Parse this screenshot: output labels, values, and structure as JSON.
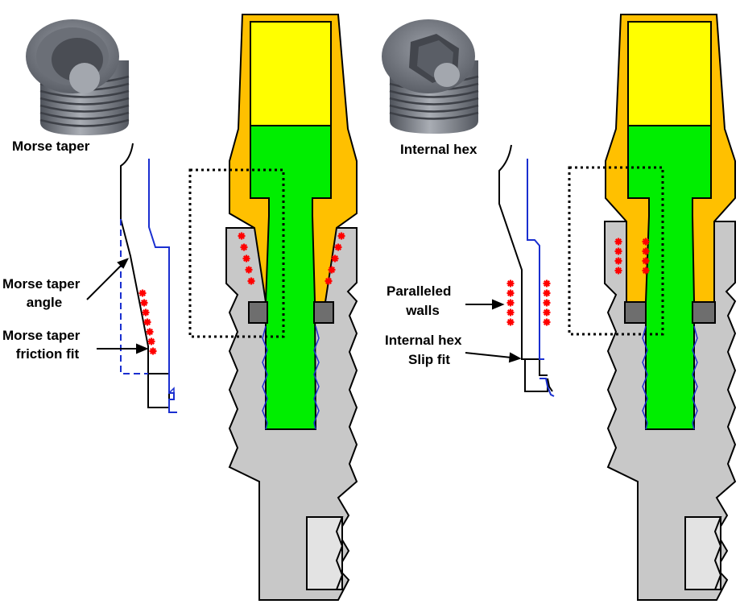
{
  "left_panel": {
    "title": "Morse taper",
    "labels": {
      "angle_line1": "Morse taper",
      "angle_line2": "angle",
      "fit_line1": "Morse taper",
      "fit_line2": "friction fit"
    }
  },
  "right_panel": {
    "title": "Internal hex",
    "labels": {
      "walls_line1": "Paralleled",
      "walls_line2": "walls",
      "slip_line1": "Internal hex",
      "slip_line2": "Slip fit"
    }
  },
  "colors": {
    "abutment_collar": "#FFC000",
    "abutment_top": "#FFFF00",
    "screw": "#00EE00",
    "implant_body": "#C8C8C8",
    "implant_shadow": "#6E6E6E",
    "friction_marks": "#FF0000",
    "implant_outline": "#0000CC",
    "zoom_box": "#000000"
  },
  "icons": [
    "morse-taper-implant-render-icon",
    "internal-hex-implant-render-icon"
  ]
}
